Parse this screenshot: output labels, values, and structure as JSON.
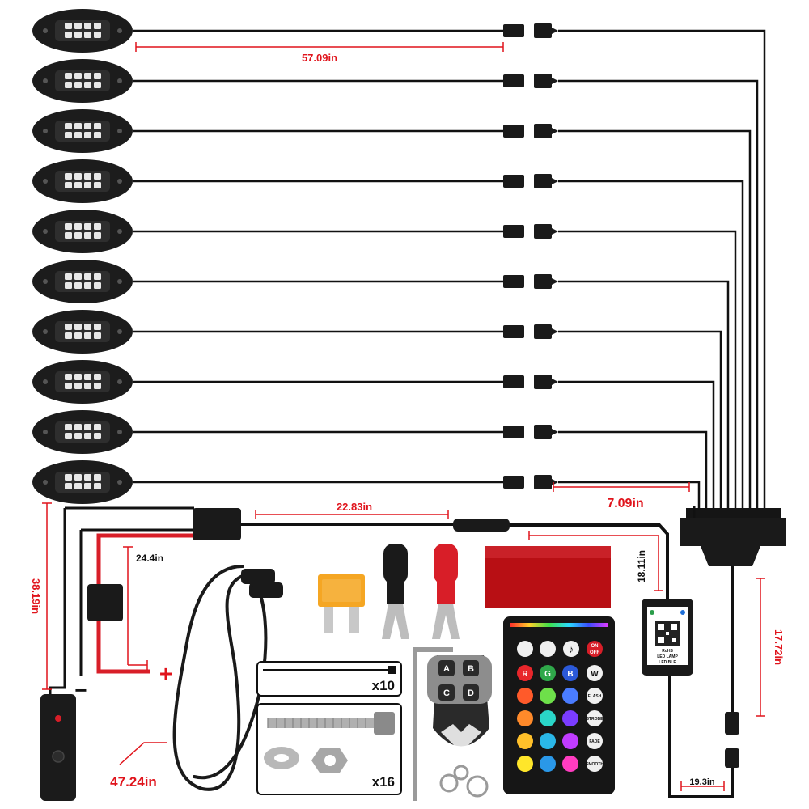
{
  "dimensions": {
    "light_to_connector": "57.09in",
    "connector_to_hub": "7.09in",
    "main_cable": "22.83in",
    "switch_cable": "38.19in",
    "fuse_lead": "24.4in",
    "controller_lead": "18.11in",
    "hub_lead": "17.72in",
    "bottom_lead": "19.3in",
    "extension_cable": "47.24in"
  },
  "polarity": {
    "positive": "+",
    "negative": "−"
  },
  "quantities": {
    "zip_ties": "x10",
    "screws": "x16"
  },
  "remote": {
    "top_buttons": [
      "ON",
      "OFF"
    ],
    "rgbw": [
      "R",
      "G",
      "B",
      "W"
    ],
    "modes": [
      "FLASH",
      "STROBE",
      "FADE",
      "SMOOTH"
    ]
  },
  "key_fob": {
    "buttons": [
      "A",
      "B",
      "C",
      "D"
    ]
  },
  "controller": {
    "label_line1": "RoHS",
    "label_line2": "LED LAMP",
    "label_line3": "LED BLE"
  },
  "colors": {
    "dimension": "#e0141c",
    "cable": "#111111",
    "fuse": "#f5a623",
    "terminal_red": "#d81e28",
    "light_body": "#1c1c1c"
  }
}
